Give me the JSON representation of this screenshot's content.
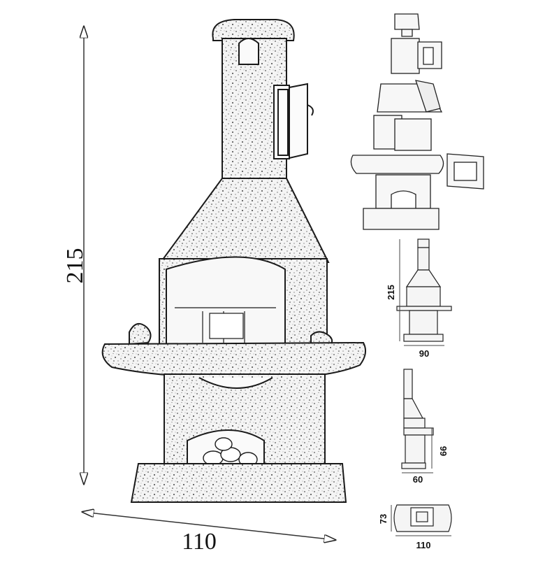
{
  "main_view": {
    "height_label": "215",
    "width_label": "110"
  },
  "side_views": {
    "front": {
      "height_label": "215",
      "width_label": "90"
    },
    "side": {
      "height_label": "66",
      "width_label": "60"
    },
    "top": {
      "height_label": "73",
      "width_label": "110"
    }
  },
  "colors": {
    "line": "#1a1a1a",
    "stone": "#f2f2f2",
    "dim": "#333333"
  }
}
